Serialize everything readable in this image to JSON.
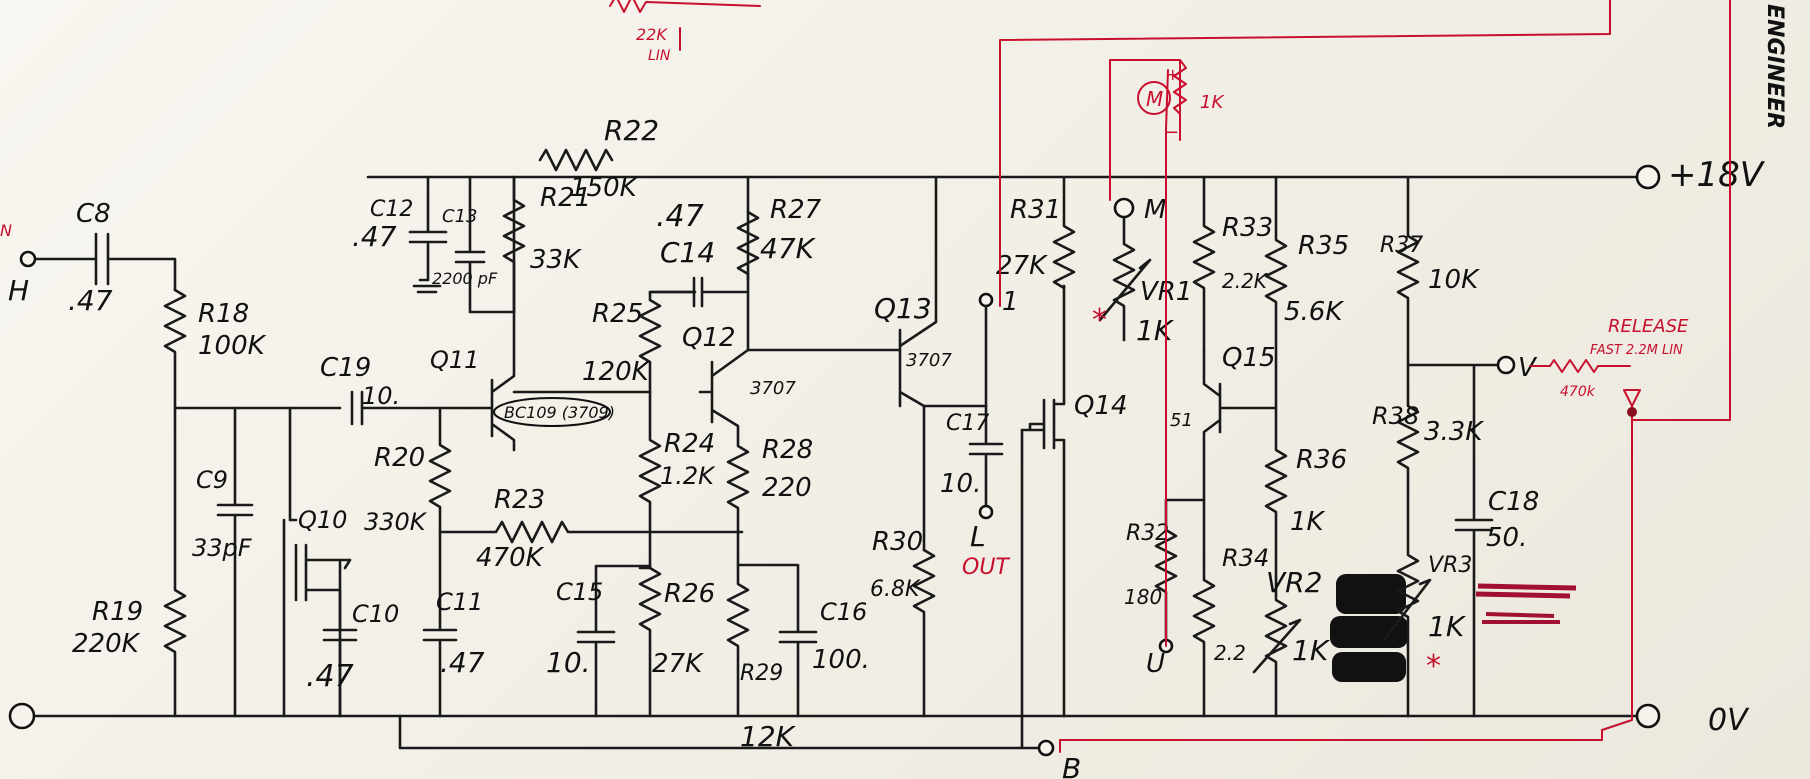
{
  "labels": {
    "c8": "C8",
    "c8v": ".47",
    "in_h": "H",
    "in_n": "N",
    "r18": "R18",
    "r18v": "100K",
    "r19": "R19",
    "r19v": "220K",
    "c9": "C9",
    "c9v": "33pF",
    "q10": "Q10",
    "c10": "C10",
    "c10v": ".47",
    "c19": "C19",
    "c19v": "10.",
    "r20": "R20",
    "r20v": "330K",
    "c11": "C11",
    "c11v": ".47",
    "q11": "Q11",
    "q11t": "BC109 (3709)",
    "c12": "C12",
    "c12v": ".47",
    "c13": "C13",
    "c13v": "2200 pF",
    "r21": "R21",
    "r21v": "33K",
    "r22": "R22",
    "r22v": "150K",
    "r23": "R23",
    "r23v": "470K",
    "r25": "R25",
    "r25v": "120K",
    "c14": "C14",
    "c14v": ".47",
    "q12": "Q12",
    "q12t": "3707",
    "r24": "R24",
    "r24v": "1.2K",
    "c15": "C15",
    "c15v": "10.",
    "r26": "R26",
    "r26v": "27K",
    "r27": "R27",
    "r27v": "47K",
    "r28": "R28",
    "r28v": "220",
    "c16": "C16",
    "c16v": "100.",
    "r29": "R29",
    "r29v": "12K",
    "q13": "Q13",
    "q13t": "3707",
    "r30": "R30",
    "r30v": "6.8K",
    "c17": "C17",
    "c17v": "10.",
    "node1": "1",
    "nodeL": "L",
    "out": "OUT",
    "nodeB": "B",
    "r31": "R31",
    "r31v": "27K",
    "q14": "Q14",
    "nodeM": "M",
    "vr1": "VR1",
    "vr1v": "1K",
    "r32": "R32",
    "r32v": "180",
    "nodeU": "U",
    "r33": "R33",
    "r33v": "2.2K",
    "q15": "Q15",
    "q15t": "51",
    "r34": "R34",
    "r34v": "2.2",
    "r35": "R35",
    "r35v": "5.6K",
    "r36": "R36",
    "r36v": "1K",
    "vr2": "VR2",
    "vr2v": "1K",
    "r37": "R37",
    "r37v": "10K",
    "r38": "R38",
    "r38v": "3.3K",
    "vr3": "VR3",
    "vr3v": "1K",
    "c18": "C18",
    "c18v": "50.",
    "nodeV": "V",
    "rail_top": "+18V",
    "rail_bot": "0V",
    "meter": "M",
    "meter_r": "1K",
    "plus": "+",
    "minus": "−",
    "top_pot": "22K",
    "top_pot2": "LIN",
    "release": "RELEASE",
    "release2": "FAST 2.2M LIN",
    "release_r": "470k",
    "side": "ENGINEER"
  }
}
